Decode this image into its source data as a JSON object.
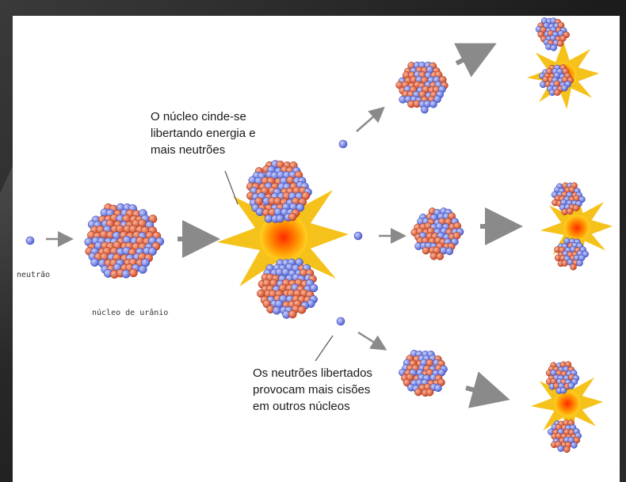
{
  "labels": {
    "neutron": "neutrão",
    "uranium_nucleus": "núcleo de urânio",
    "fission_note": [
      "O núcleo cinde-se",
      "libertando energia e",
      "mais neutrões"
    ],
    "released_note": [
      "Os neutrões libertados",
      "provocam mais cisões",
      "em outros núcleos"
    ]
  },
  "colors": {
    "proton": "#e0603a",
    "neutron": "#6f7fe0",
    "explosion_outer": "#f5c21b",
    "explosion_inner": "#ff7a00",
    "arrow": "#8a8a8a",
    "panel_bg": "#ffffff",
    "frame_bg": "#2b2b2b"
  }
}
